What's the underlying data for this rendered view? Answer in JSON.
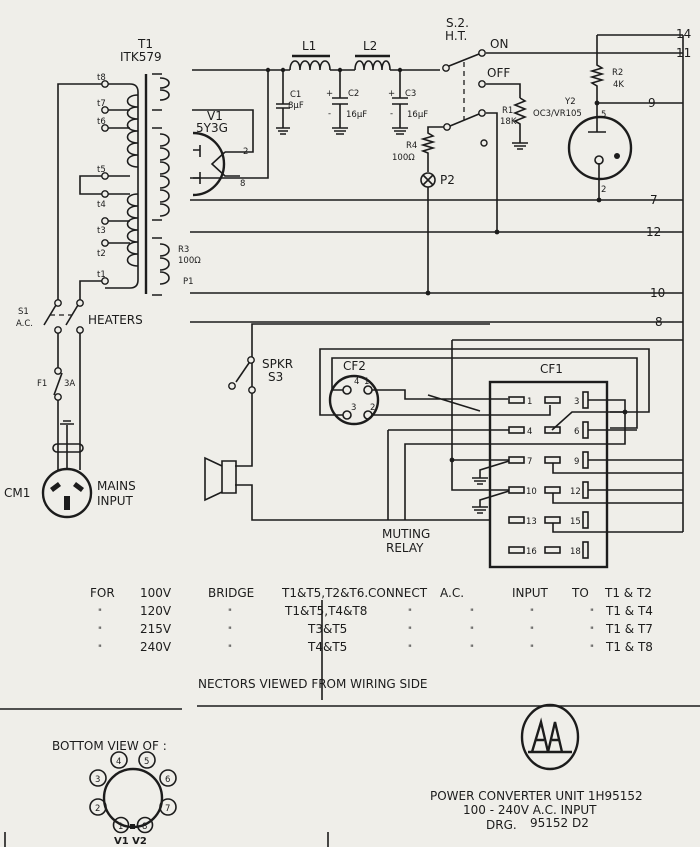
{
  "transformer": {
    "ref": "T1",
    "part": "ITK579",
    "taps": [
      "t8",
      "t7",
      "t6",
      "t5",
      "t4",
      "t3",
      "t2",
      "t1"
    ]
  },
  "components": {
    "L1": "L1",
    "L2": "L2",
    "C1": {
      "ref": "C1",
      "value": "8µF"
    },
    "C2": {
      "ref": "C2",
      "value": "16µF"
    },
    "C3": {
      "ref": "C3",
      "value": "16µF"
    },
    "V1": {
      "ref": "V1",
      "type": "5Y3G",
      "pin_a": "2",
      "pin_b": "8"
    },
    "S2": {
      "ref": "S.2.",
      "func": "H.T.",
      "on": "ON",
      "off": "OFF"
    },
    "R1": {
      "ref": "R1",
      "value": "18K"
    },
    "R2": {
      "ref": "R2",
      "value": "4K"
    },
    "R3": {
      "ref": "R3",
      "value": "100Ω"
    },
    "R4": {
      "ref": "R4",
      "value": "100Ω"
    },
    "P1": "P1",
    "P2": "P2",
    "Y2": {
      "ref": "Y2",
      "type": "OC3/VR105",
      "pin_top": "5",
      "pin_bot": "2"
    },
    "S1": {
      "ref": "S1",
      "func": "A.C.",
      "label": "HEATERS"
    },
    "F1": {
      "ref": "F1",
      "value": "3A"
    },
    "CM1": {
      "ref": "CM1",
      "label1": "MAINS",
      "label2": "INPUT"
    },
    "S3": {
      "label1": "SPKR",
      "label2": "S3"
    },
    "CF2": {
      "ref": "CF2",
      "pins": [
        "4",
        "1",
        "3",
        "2"
      ]
    },
    "CF1": {
      "ref": "CF1",
      "pins": [
        "1",
        "3",
        "4",
        "6",
        "7",
        "9",
        "10",
        "12",
        "13",
        "15",
        "16",
        "18"
      ]
    },
    "muting": {
      "line1": "MUTING",
      "line2": "RELAY"
    }
  },
  "bus_terminals": [
    "14",
    "11",
    "9",
    "7",
    "12",
    "10",
    "8"
  ],
  "voltage_table": {
    "rows": [
      {
        "for": "FOR",
        "voltage": "100V",
        "bridge": "BRIDGE",
        "links": "T1&T5,T2&T6.",
        "c1": "CONNECT",
        "c2": "A.C.",
        "c3": "INPUT",
        "c4": "TO",
        "to": "T1 & T2"
      },
      {
        "for": "\"",
        "voltage": "120V",
        "bridge": "\"",
        "links": "T1&T5,T4&T8",
        "c1": "\"",
        "c2": "\"",
        "c3": "\"",
        "c4": "\"",
        "to": "T1 & T4"
      },
      {
        "for": "\"",
        "voltage": "215V",
        "bridge": "\"",
        "links": "T3&T5",
        "c1": "\"",
        "c2": "\"",
        "c3": "\"",
        "c4": "\"",
        "to": "T1 & T7"
      },
      {
        "for": "\"",
        "voltage": "240V",
        "bridge": "\"",
        "links": "T4&T5",
        "c1": "\"",
        "c2": "\"",
        "c3": "\"",
        "c4": "\"",
        "to": "T1 & T8"
      }
    ]
  },
  "note": "NECTORS VIEWED FROM WIRING SIDE",
  "socket": {
    "title": "BOTTOM  VIEW OF :",
    "pins": [
      "1",
      "2",
      "3",
      "4",
      "5",
      "6",
      "7",
      "8"
    ],
    "caption": "V1 V2"
  },
  "title_block": {
    "logo": "AWA",
    "line1": "POWER CONVERTER UNIT 1H95152",
    "line2": "100 - 240V A.C. INPUT",
    "line3_label": "DRG.",
    "line3_value": "95152 D2"
  }
}
